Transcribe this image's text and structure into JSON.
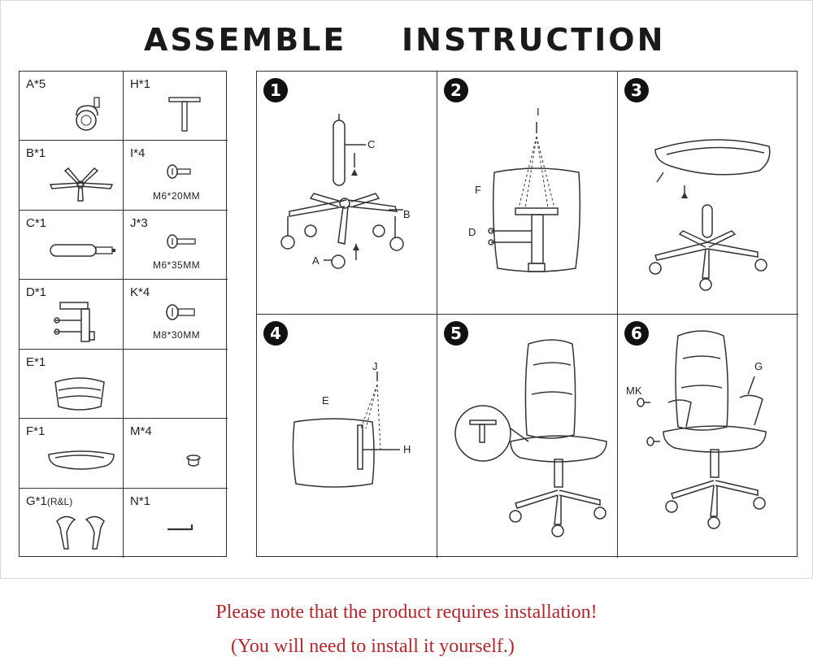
{
  "title": {
    "word1": "ASSEMBLE",
    "word2": "INSTRUCTION"
  },
  "parts": [
    {
      "label": "A*5",
      "spec": "",
      "icon": "caster-wheel-icon"
    },
    {
      "label": "H*1",
      "spec": "",
      "icon": "t-bracket-icon"
    },
    {
      "label": "B*1",
      "spec": "",
      "icon": "star-base-icon"
    },
    {
      "label": "I*4",
      "spec": "M6*20MM",
      "icon": "bolt-icon"
    },
    {
      "label": "C*1",
      "spec": "",
      "icon": "gas-lift-icon"
    },
    {
      "label": "J*3",
      "spec": "M6*35MM",
      "icon": "bolt-icon"
    },
    {
      "label": "D*1",
      "spec": "",
      "icon": "mechanism-icon"
    },
    {
      "label": "K*4",
      "spec": "M8*30MM",
      "icon": "bolt-icon"
    },
    {
      "label": "E*1",
      "spec": "",
      "icon": "backrest-icon"
    },
    {
      "label": "",
      "spec": "",
      "icon": ""
    },
    {
      "label": "F*1",
      "spec": "",
      "icon": "seat-icon"
    },
    {
      "label": "M*4",
      "spec": "",
      "icon": "cap-icon"
    },
    {
      "label": "G*1",
      "label_small": "(R&L)",
      "spec": "",
      "icon": "armrest-icon"
    },
    {
      "label": "N*1",
      "spec": "",
      "icon": "allen-key-icon"
    }
  ],
  "steps": [
    {
      "number": "1",
      "callouts": {
        "c": "C",
        "b": "B",
        "a": "A"
      }
    },
    {
      "number": "2",
      "callouts": {
        "i": "I",
        "f": "F",
        "d": "D"
      }
    },
    {
      "number": "3",
      "callouts": {}
    },
    {
      "number": "4",
      "callouts": {
        "j": "J",
        "e": "E",
        "h": "H"
      }
    },
    {
      "number": "5",
      "callouts": {}
    },
    {
      "number": "6",
      "callouts": {
        "mk": "MK",
        "g": "G"
      }
    }
  ],
  "note": {
    "line1": "Please note that the product requires installation!",
    "line2": "(You will need to install it yourself.)"
  },
  "colors": {
    "note": "#b8252a",
    "lines": "#333333"
  }
}
